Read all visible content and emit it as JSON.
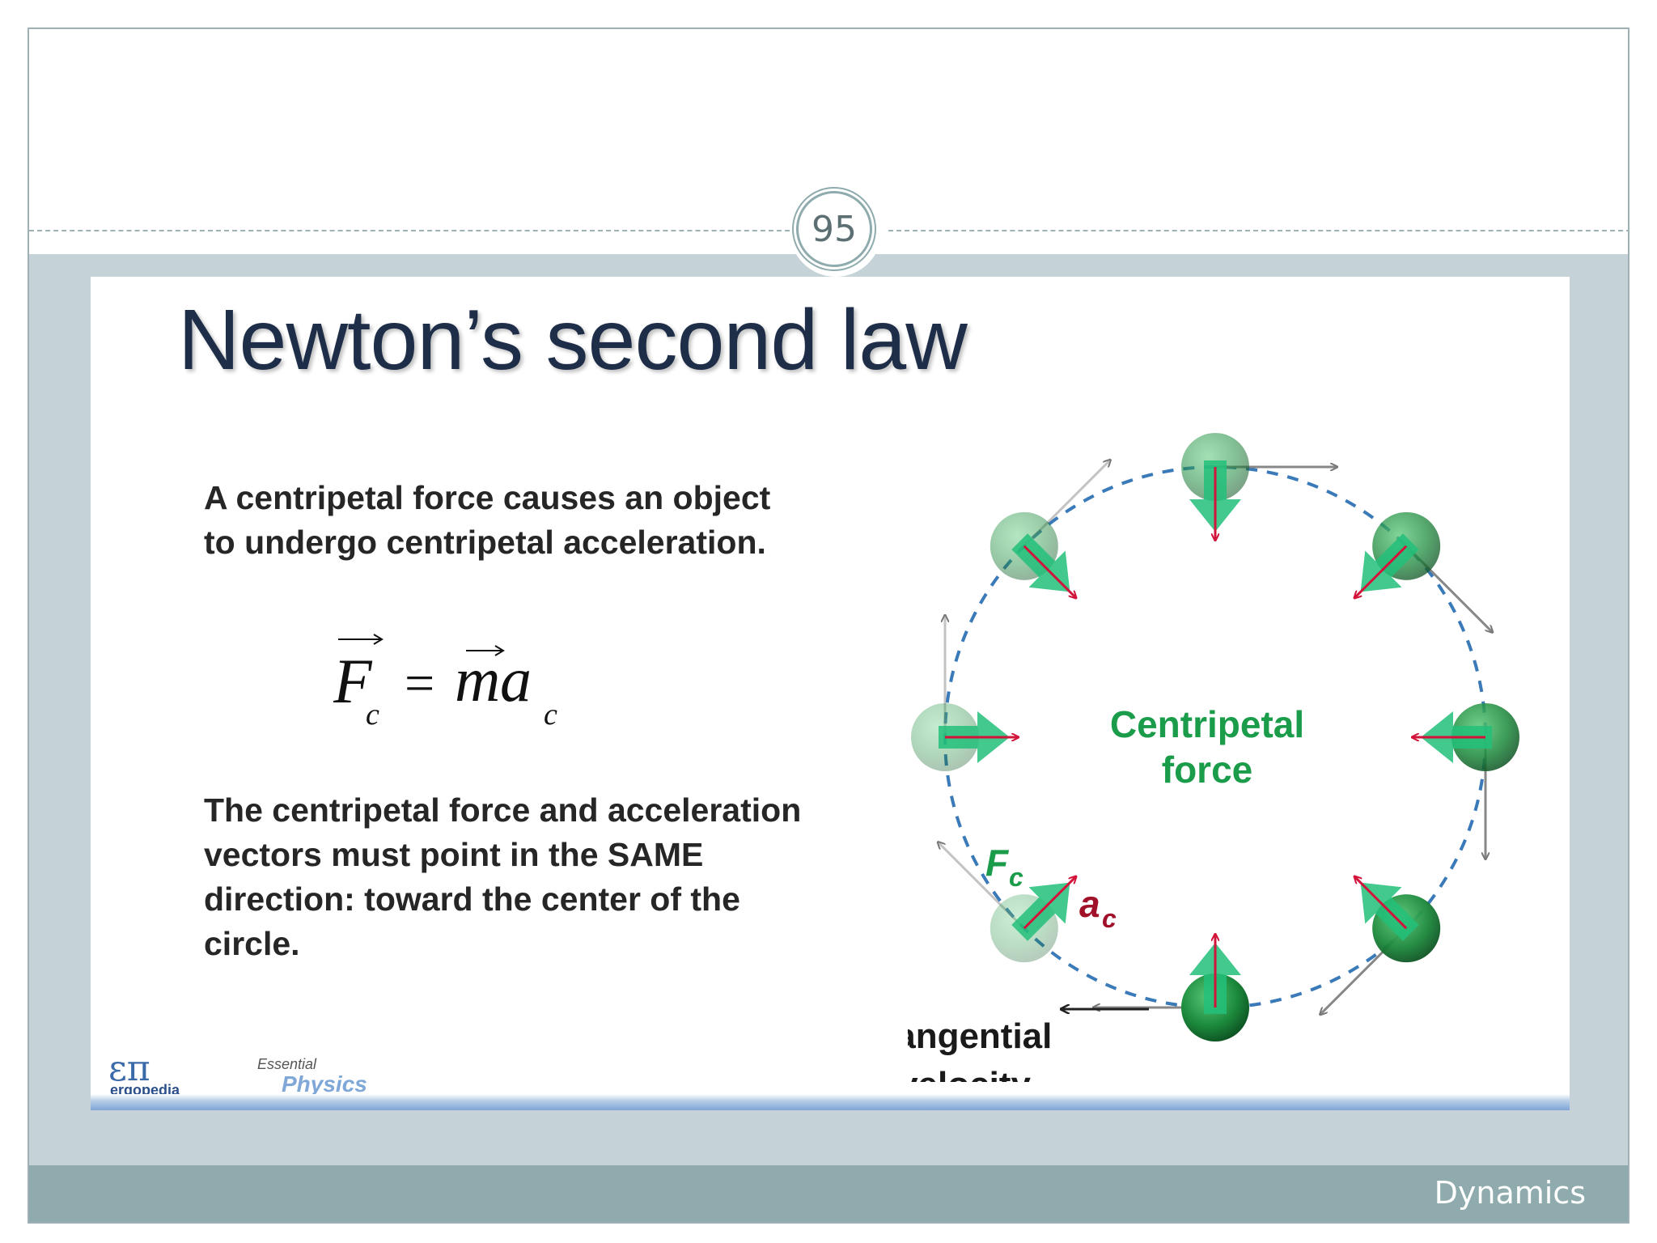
{
  "page_number": "95",
  "footer_label": "Dynamics",
  "slide": {
    "title": "Newton’s second law",
    "paragraph_1": "A centripetal force causes an object to undergo centripetal acceleration.",
    "paragraph_2": "The centripetal force and acceleration vectors must point in the SAME direction:  toward the center of the circle.",
    "equation": {
      "lhs": "F",
      "lhs_subscript": "c",
      "equals": "=",
      "rhs_mass": "m",
      "rhs_accel": "a",
      "rhs_subscript": "c"
    }
  },
  "diagram": {
    "center_label_line1": "Centripetal",
    "center_label_line2": "force",
    "force_label": "F",
    "force_subscript": "c",
    "accel_label": "a",
    "accel_subscript": "c",
    "tangential_label_line1": "Tangential",
    "tangential_label_line2": "velocity"
  },
  "branding": {
    "logo_symbol": "επ",
    "logo_name": "ergopedia",
    "series_line1": "Essential",
    "series_line2": "Physics"
  },
  "colors": {
    "title": "#1f2e48",
    "force_green": "#22b573",
    "label_green": "#1a9c4a",
    "accel_red": "#d2143a",
    "velocity_gray": "#707070",
    "circle_blue": "#3a7ab8",
    "frame_band": "#c5d3d8",
    "footer_band": "#8fabad"
  }
}
